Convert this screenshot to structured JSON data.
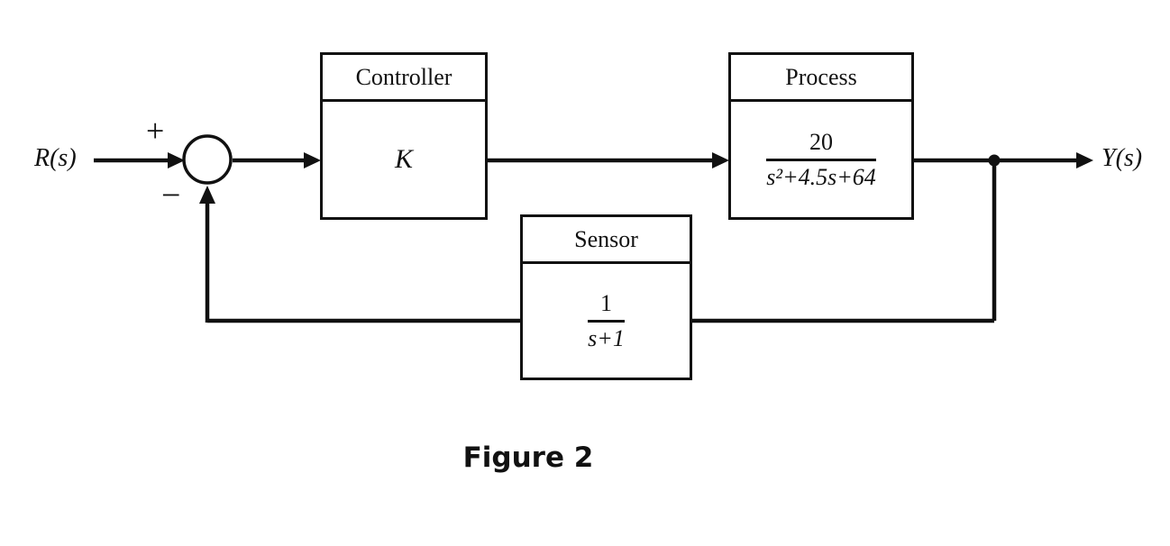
{
  "figure_caption": "Figure 2",
  "diagram": {
    "input_label": "R(s)",
    "output_label": "Y(s)",
    "summing_junction": {
      "plus_sign": "+",
      "minus_sign": "−"
    },
    "controller": {
      "title": "Controller",
      "formula": "K"
    },
    "process": {
      "title": "Process",
      "numerator": "20",
      "denominator": "s²+4.5s+64"
    },
    "sensor": {
      "title": "Sensor",
      "numerator": "1",
      "denominator": "s+1"
    }
  },
  "colors": {
    "line": "#111111",
    "background": "#ffffff"
  }
}
